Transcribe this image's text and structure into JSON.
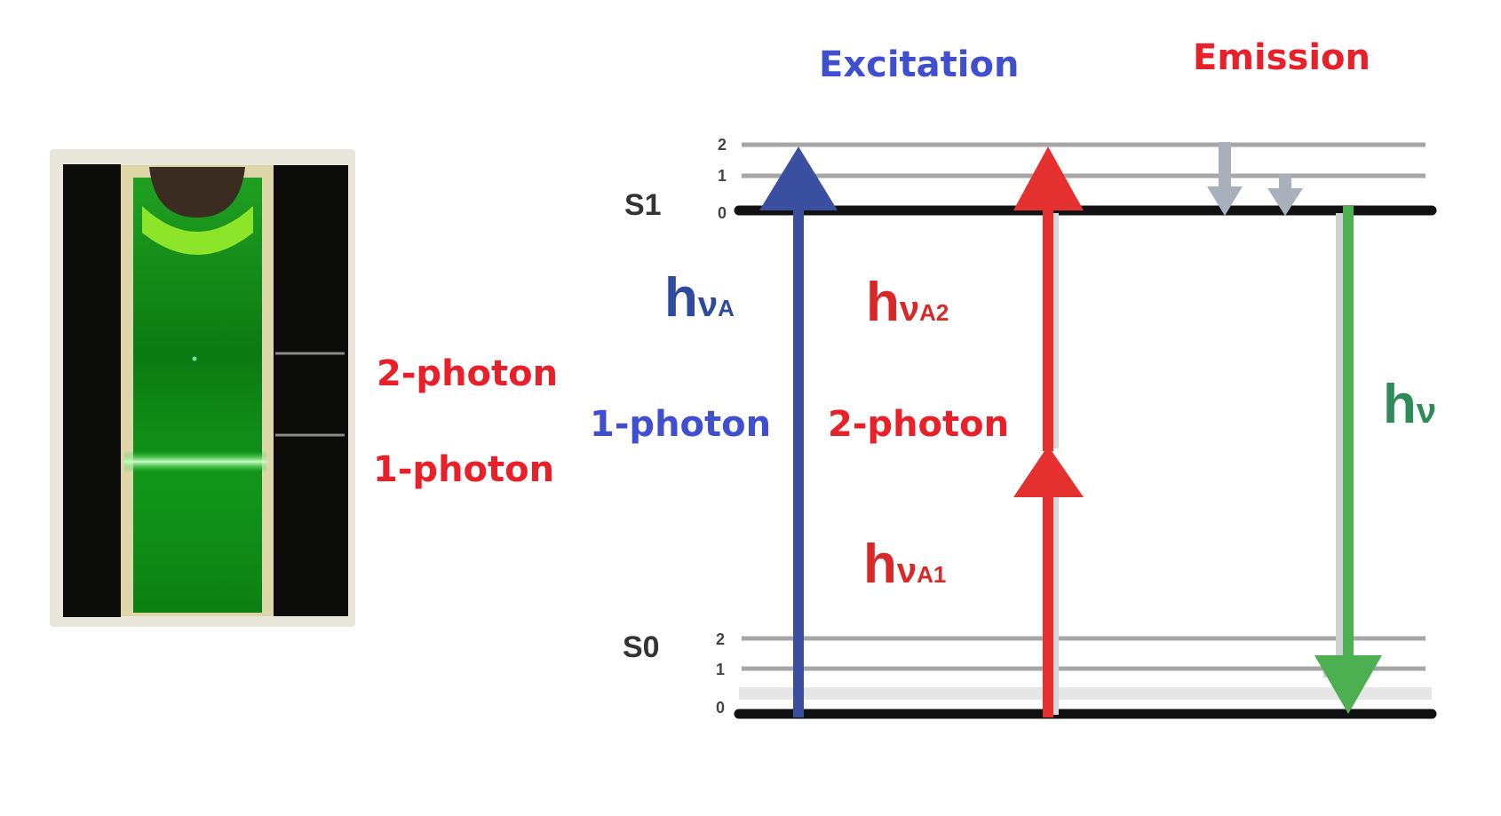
{
  "headers": {
    "excitation": "Excitation",
    "emission": "Emission"
  },
  "cuvette": {
    "labels": {
      "two_photon": "2-photon",
      "one_photon": "1-photon"
    }
  },
  "diagram": {
    "states": {
      "s1": "S1",
      "s0": "S0"
    },
    "vibrational_levels": {
      "s1": [
        "2",
        "1",
        "0"
      ],
      "s0": [
        "2",
        "1",
        "0"
      ]
    },
    "transitions": {
      "one_photon": {
        "label": "1-photon",
        "energy_h": "h",
        "energy_nu": "ν",
        "energy_sub": "A"
      },
      "two_photon": {
        "label": "2-photon",
        "upper_h": "h",
        "upper_nu": "ν",
        "upper_sub": "A2",
        "lower_h": "h",
        "lower_nu": "ν",
        "lower_sub": "A1"
      },
      "emission": {
        "energy_h": "h",
        "energy_nu": "ν"
      }
    }
  },
  "colors": {
    "blue": "#3a4fa0",
    "blue_text": "#3f4fd0",
    "red": "#e53030",
    "red_text": "#e8202a",
    "green": "#4caf50",
    "green_text": "#2e8b57",
    "gray_arrow": "#a8b0bc",
    "level_line": "#999999"
  }
}
